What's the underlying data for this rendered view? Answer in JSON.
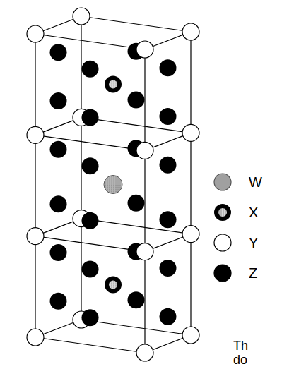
{
  "diagram": {
    "labels": [
      "Th",
      "do"
    ],
    "legend": [
      {
        "text": "W",
        "color": "#a0a0a0"
      },
      {
        "text": "X"
      },
      {
        "text": "Y",
        "color": "#ffffff"
      },
      {
        "text": "Z",
        "color": "#000000"
      }
    ]
  }
}
